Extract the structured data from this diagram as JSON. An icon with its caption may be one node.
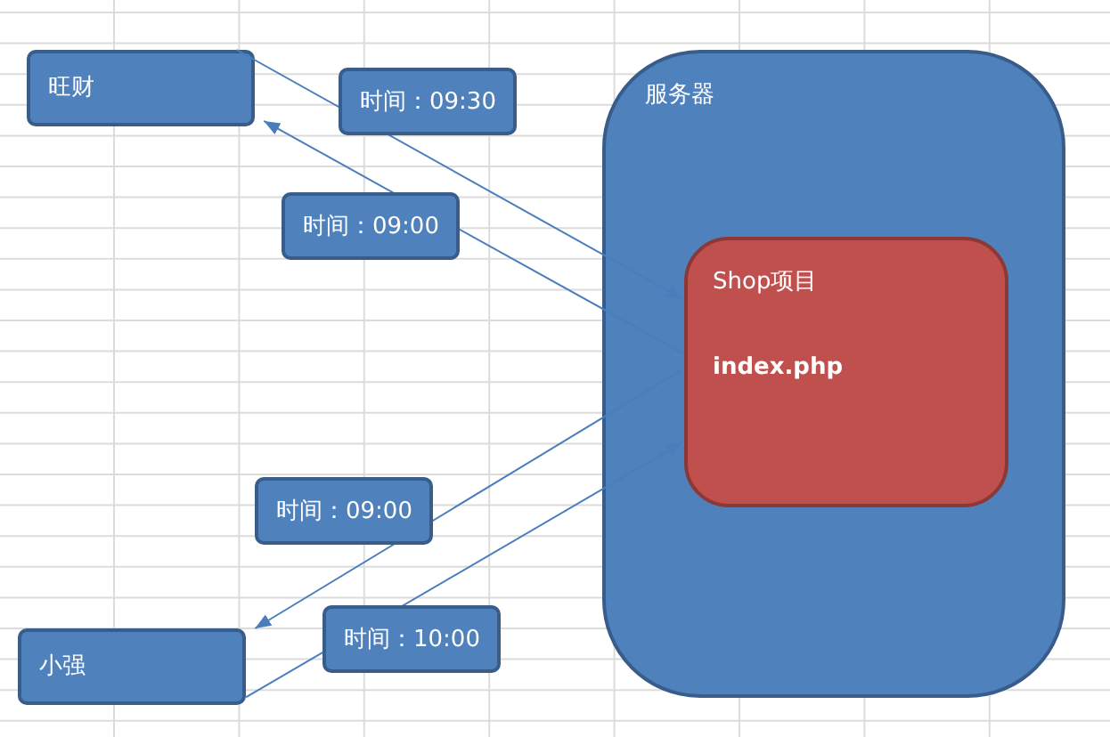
{
  "diagram": {
    "nodes": [
      {
        "text": [
          "旺财"
        ]
      },
      {
        "text": [
          "小强"
        ]
      },
      {
        "text": [
          "服务器"
        ]
      },
      {
        "text": [
          "Shop项目",
          "index.php"
        ],
        "in": 2
      }
    ],
    "edges": [
      {
        "from": 0,
        "to": 3,
        "arrow": "to",
        "label": "时间：09:30"
      },
      {
        "from": 3,
        "to": 0,
        "arrow": "to",
        "label": "时间：09:00"
      },
      {
        "from": 3,
        "to": 1,
        "arrow": "to",
        "label": "时间：09:00"
      },
      {
        "from": 1,
        "to": 3,
        "arrow": "to",
        "label": "时间：10:00"
      }
    ]
  }
}
